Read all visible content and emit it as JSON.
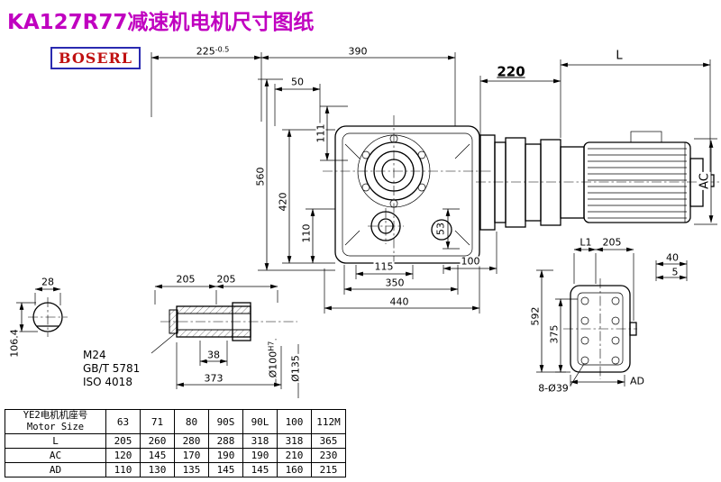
{
  "title": "KA127R77减速机电机尺寸图纸",
  "logo": "BOSERL",
  "colors": {
    "title": "#c000c0",
    "logo_text": "#c01010",
    "logo_border": "#2a2ab0",
    "line": "#000000",
    "background": "#ffffff"
  },
  "main_view": {
    "dim_225": "225",
    "dim_225_tol": "-0.5",
    "dim_390": "390",
    "dim_220": "220",
    "dim_L": "L",
    "dim_50": "50",
    "dim_111": "111",
    "dim_560": "560",
    "dim_420": "420",
    "dim_110": "110",
    "dim_AC": "AC",
    "dim_53": "53",
    "dim_115": "115",
    "dim_100": "100",
    "dim_350": "350",
    "dim_440": "440"
  },
  "shaft_section": {
    "dim_28": "28",
    "dim_106_4": "106.4"
  },
  "shaft_detail": {
    "dim_205_a": "205",
    "dim_205_b": "205",
    "thread": "M24",
    "standard_gb": "GB/T 5781",
    "standard_iso": "ISO 4018",
    "dim_38": "38",
    "dim_373": "373",
    "bore": "Ø100",
    "bore_fit": "H7",
    "hub": "Ø135"
  },
  "flange_view": {
    "dim_L1": "L1",
    "dim_205": "205",
    "dim_40": "40",
    "dim_5": "5",
    "dim_592": "592",
    "dim_375": "375",
    "dim_AD": "AD",
    "dim_holes": "8-Ø39"
  },
  "table": {
    "header_cn": "YE2电机机座号",
    "header_en": "Motor Size",
    "sizes": [
      "63",
      "71",
      "80",
      "90S",
      "90L",
      "100",
      "112M"
    ],
    "rows": [
      {
        "label": "L",
        "values": [
          "205",
          "260",
          "280",
          "288",
          "318",
          "318",
          "365"
        ]
      },
      {
        "label": "AC",
        "values": [
          "120",
          "145",
          "170",
          "190",
          "190",
          "210",
          "230"
        ]
      },
      {
        "label": "AD",
        "values": [
          "110",
          "130",
          "135",
          "145",
          "145",
          "160",
          "215"
        ]
      }
    ]
  }
}
